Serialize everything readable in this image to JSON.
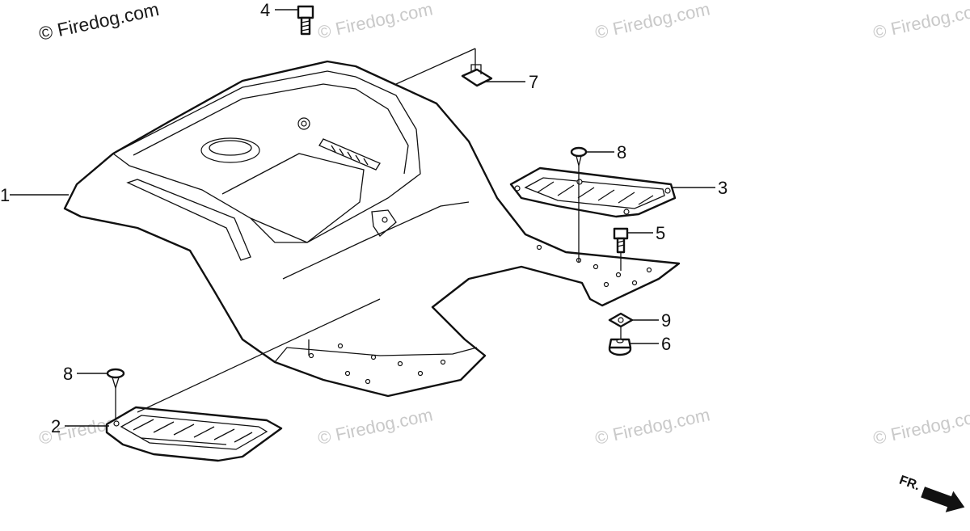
{
  "watermarks": [
    "© Firedog.com",
    "© Firedog.com",
    "© Firedog.com",
    "© Firedog.com",
    "© Firedog.com",
    "© Firedog.com",
    "© Firedog.com",
    "© Firedog.com"
  ],
  "callouts": {
    "c1": "1",
    "c2": "2",
    "c3": "3",
    "c4": "4",
    "c5": "5",
    "c6": "6",
    "c7": "7",
    "c8a": "8",
    "c8b": "8",
    "c9": "9"
  },
  "direction_label": "FR."
}
